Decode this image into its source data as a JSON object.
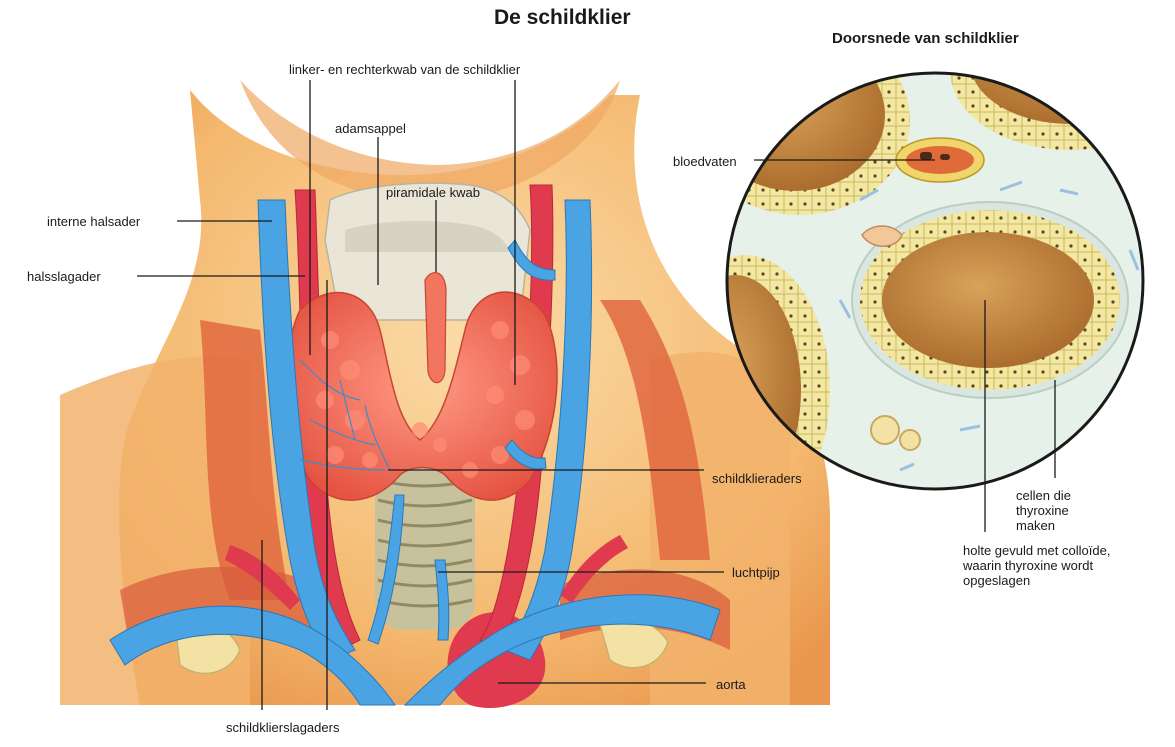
{
  "title": "De schildklier",
  "inset_title": "Doorsnede van schildklier",
  "labels": {
    "lobes": "linker- en rechterkwab van de schildklier",
    "adams_apple": "adamsappel",
    "pyramidal_lobe": "piramidale kwab",
    "internal_jugular": "interne halsader",
    "carotid": "halsslagader",
    "thyroid_veins": "schildklieraders",
    "trachea": "luchtpijp",
    "aorta": "aorta",
    "thyroid_arteries": "schildklierslagaders",
    "blood_vessels": "bloedvaten",
    "cells_line1": "cellen die",
    "cells_line2": "thyroxine",
    "cells_line3": "maken",
    "colloid_line1": "holte gevuld met colloïde,",
    "colloid_line2": "waarin thyroxine wordt",
    "colloid_line3": "opgeslagen"
  },
  "colors": {
    "skin": "#f6c27a",
    "gland": "#f26a5a",
    "artery": "#e03a4e",
    "vein": "#4aa3e3",
    "trachea": "#b9b591",
    "colloid": "#c98a3c",
    "cells": "#f2e6a0",
    "inset_bg": "#e6f1ea"
  }
}
